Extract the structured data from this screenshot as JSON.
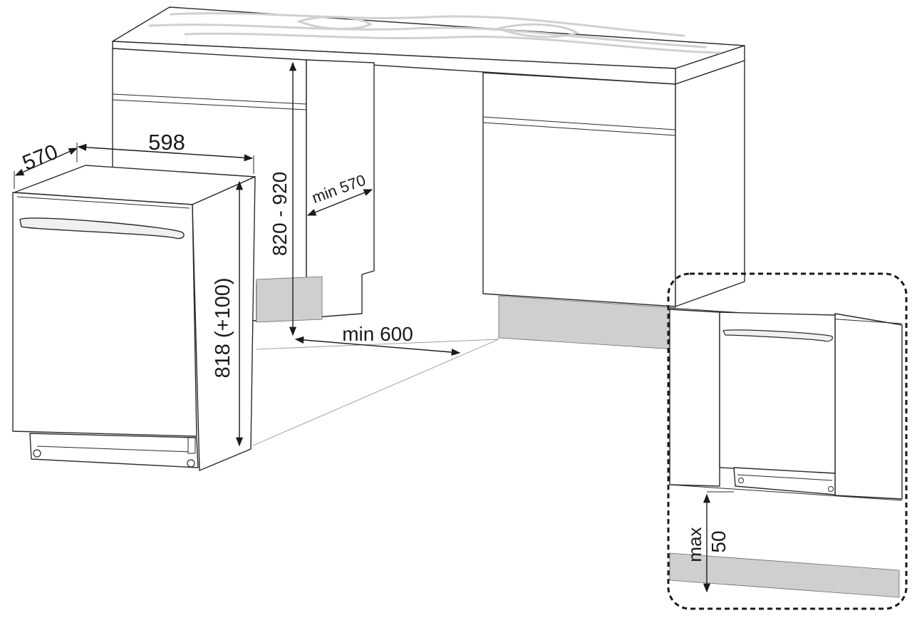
{
  "diagram": {
    "labels": {
      "depth": "570",
      "width": "598",
      "height": "818 (+100)",
      "cabinet_height": "820 - 920",
      "min_depth": "min 570",
      "min_width": "min 600",
      "detail_max": "max",
      "detail_value": "50"
    }
  }
}
